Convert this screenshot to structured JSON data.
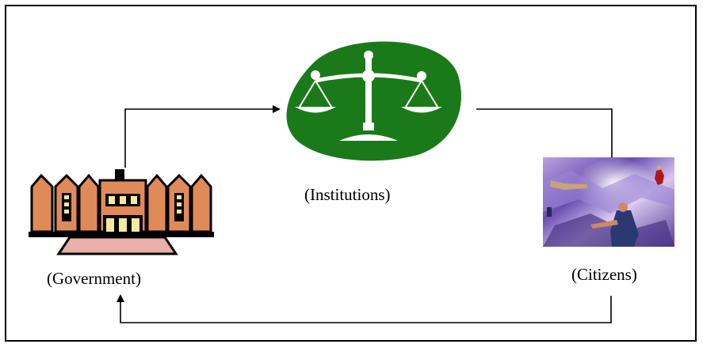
{
  "nodes": {
    "government": {
      "label": "(Government)",
      "icon": "government-building-icon"
    },
    "institutions": {
      "label": "(Institutions)",
      "icon": "scales-of-justice-icon"
    },
    "citizens": {
      "label": "(Citizens)",
      "icon": "citizens-photo"
    }
  },
  "edges": [
    {
      "from": "government",
      "to": "institutions"
    },
    {
      "from": "institutions",
      "to": "citizens"
    },
    {
      "from": "citizens",
      "to": "government"
    }
  ],
  "colors": {
    "scales_background": "#1a7a1a",
    "building_body": "#e08a5a",
    "building_outline": "#000000",
    "building_windows": "#f5e9a0",
    "building_base": "#e8b0a8"
  }
}
